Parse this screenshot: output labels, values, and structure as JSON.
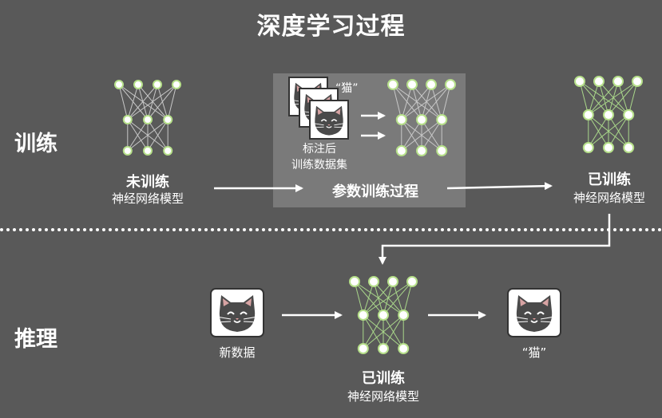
{
  "title": "深度学习过程",
  "sections": {
    "training": "训练",
    "inference": "推理"
  },
  "training": {
    "untrained_label": "未训练",
    "untrained_sub": "神经网络模型",
    "dataset_label_line1": "标注后",
    "dataset_label_line2": "训练数据集",
    "dataset_tag": "“猫”",
    "process_label": "参数训练过程",
    "trained_label": "已训练",
    "trained_sub": "神经网络模型"
  },
  "inference": {
    "new_data_label": "新数据",
    "model_label": "已训练",
    "model_sub": "神经网络模型",
    "output_label": "“猫”"
  },
  "colors": {
    "background": "#595959",
    "panel": "#7a7a7a",
    "node_fill": "#ffffff",
    "node_stroke": "#b6e08a",
    "edge": "#c8c8c8",
    "trained_edge": "#a9d78a"
  },
  "icons": [
    "cat-face-icon",
    "arrow-right-icon",
    "neural-network-icon"
  ]
}
